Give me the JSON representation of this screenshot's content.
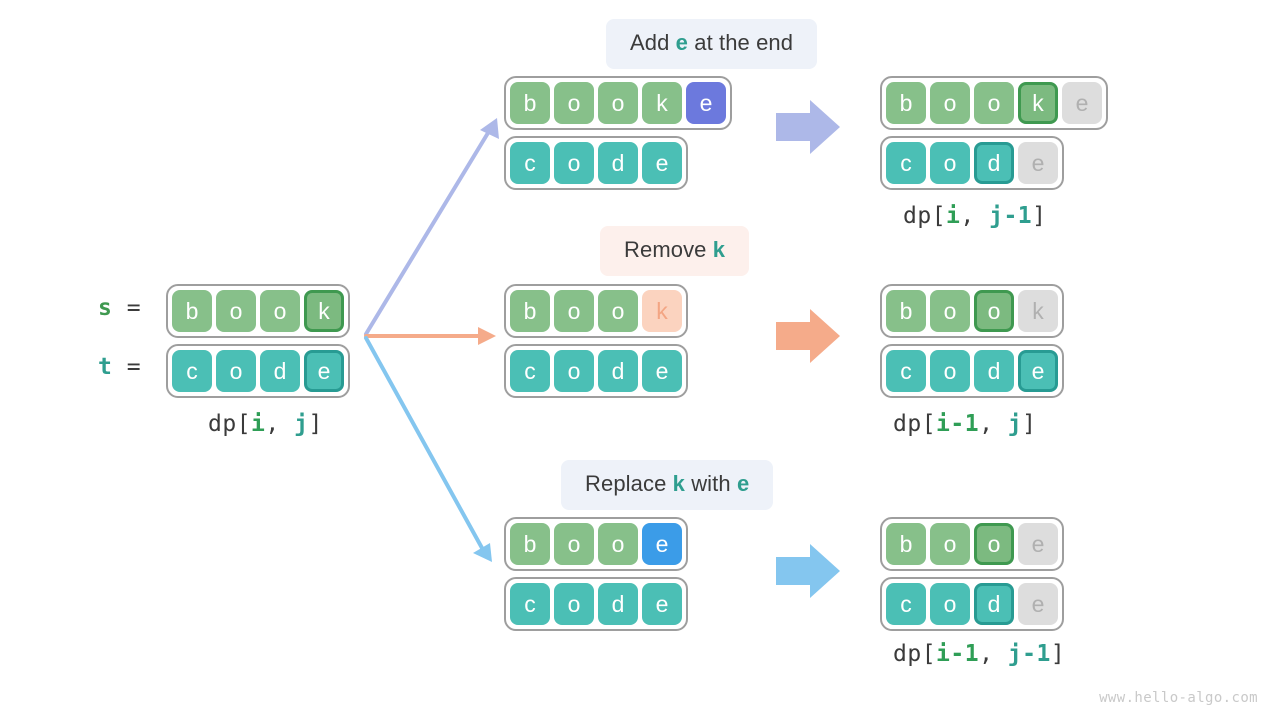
{
  "meta": {
    "watermark": "www.hello-algo.com",
    "colors": {
      "s_cell": "#87c08a",
      "t_cell": "#4bbfb5",
      "s_highlight_border": "#3f9950",
      "t_highlight_border": "#289b93",
      "dim_cell": "#dddddd",
      "dim_text": "#b0b0b0",
      "add_e": "#6c79dd",
      "replace_e": "#3b9ce8",
      "remove_k_bg": "#fbd3bf",
      "remove_k_text": "#f3a583",
      "arrow_add": "#adb8e8",
      "arrow_remove": "#f5ab8a",
      "arrow_replace": "#84c6ef",
      "label_add_bg": "#eef2f9",
      "label_remove_bg": "#fdf0ec",
      "label_replace_bg": "#eef2f9"
    }
  },
  "source": {
    "s_label": {
      "name": "s",
      "equals": "="
    },
    "t_label": {
      "name": "t",
      "equals": "="
    },
    "s_cells": [
      {
        "char": "b",
        "state": "normal"
      },
      {
        "char": "o",
        "state": "normal"
      },
      {
        "char": "o",
        "state": "normal"
      },
      {
        "char": "k",
        "state": "highlight"
      }
    ],
    "t_cells": [
      {
        "char": "c",
        "state": "normal"
      },
      {
        "char": "o",
        "state": "normal"
      },
      {
        "char": "d",
        "state": "normal"
      },
      {
        "char": "e",
        "state": "highlight"
      }
    ],
    "dp_caption": {
      "prefix": "dp[",
      "i": "i",
      "sep": ", ",
      "j": "j",
      "suffix": "]"
    }
  },
  "branches": [
    {
      "id": "add",
      "label": {
        "before": "Add ",
        "emph": "e",
        "after": " at the end"
      },
      "arrow_color": "#adb8e8",
      "before": {
        "s_cells": [
          {
            "char": "b",
            "state": "normal"
          },
          {
            "char": "o",
            "state": "normal"
          },
          {
            "char": "o",
            "state": "normal"
          },
          {
            "char": "k",
            "state": "normal"
          },
          {
            "char": "e",
            "state": "add"
          }
        ],
        "t_cells": [
          {
            "char": "c",
            "state": "normal"
          },
          {
            "char": "o",
            "state": "normal"
          },
          {
            "char": "d",
            "state": "normal"
          },
          {
            "char": "e",
            "state": "normal"
          }
        ]
      },
      "after": {
        "s_cells": [
          {
            "char": "b",
            "state": "normal"
          },
          {
            "char": "o",
            "state": "normal"
          },
          {
            "char": "o",
            "state": "normal"
          },
          {
            "char": "k",
            "state": "highlight"
          },
          {
            "char": "e",
            "state": "dim"
          }
        ],
        "t_cells": [
          {
            "char": "c",
            "state": "normal"
          },
          {
            "char": "o",
            "state": "normal"
          },
          {
            "char": "d",
            "state": "highlight"
          },
          {
            "char": "e",
            "state": "dim"
          }
        ],
        "dp_caption": {
          "prefix": "dp[",
          "i": "i",
          "sep": ", ",
          "j": "j-1",
          "suffix": "]"
        }
      }
    },
    {
      "id": "remove",
      "label": {
        "before": "Remove ",
        "emph": "k",
        "after": ""
      },
      "arrow_color": "#f5ab8a",
      "before": {
        "s_cells": [
          {
            "char": "b",
            "state": "normal"
          },
          {
            "char": "o",
            "state": "normal"
          },
          {
            "char": "o",
            "state": "normal"
          },
          {
            "char": "k",
            "state": "fade"
          }
        ],
        "t_cells": [
          {
            "char": "c",
            "state": "normal"
          },
          {
            "char": "o",
            "state": "normal"
          },
          {
            "char": "d",
            "state": "normal"
          },
          {
            "char": "e",
            "state": "normal"
          }
        ]
      },
      "after": {
        "s_cells": [
          {
            "char": "b",
            "state": "normal"
          },
          {
            "char": "o",
            "state": "normal"
          },
          {
            "char": "o",
            "state": "highlight"
          },
          {
            "char": "k",
            "state": "dim"
          }
        ],
        "t_cells": [
          {
            "char": "c",
            "state": "normal"
          },
          {
            "char": "o",
            "state": "normal"
          },
          {
            "char": "d",
            "state": "normal"
          },
          {
            "char": "e",
            "state": "highlight"
          }
        ],
        "dp_caption": {
          "prefix": "dp[",
          "i": "i-1",
          "sep": ", ",
          "j": "j",
          "suffix": "]"
        }
      }
    },
    {
      "id": "replace",
      "label": {
        "before": "Replace ",
        "emph": "k",
        "after": " with ",
        "emph2": "e"
      },
      "arrow_color": "#84c6ef",
      "before": {
        "s_cells": [
          {
            "char": "b",
            "state": "normal"
          },
          {
            "char": "o",
            "state": "normal"
          },
          {
            "char": "o",
            "state": "normal"
          },
          {
            "char": "e",
            "state": "replace"
          }
        ],
        "t_cells": [
          {
            "char": "c",
            "state": "normal"
          },
          {
            "char": "o",
            "state": "normal"
          },
          {
            "char": "d",
            "state": "normal"
          },
          {
            "char": "e",
            "state": "normal"
          }
        ]
      },
      "after": {
        "s_cells": [
          {
            "char": "b",
            "state": "normal"
          },
          {
            "char": "o",
            "state": "normal"
          },
          {
            "char": "o",
            "state": "highlight"
          },
          {
            "char": "e",
            "state": "dim"
          }
        ],
        "t_cells": [
          {
            "char": "c",
            "state": "normal"
          },
          {
            "char": "o",
            "state": "normal"
          },
          {
            "char": "d",
            "state": "highlight"
          },
          {
            "char": "e",
            "state": "dim"
          }
        ],
        "dp_caption": {
          "prefix": "dp[",
          "i": "i-1",
          "sep": ", ",
          "j": "j-1",
          "suffix": "]"
        }
      }
    }
  ]
}
